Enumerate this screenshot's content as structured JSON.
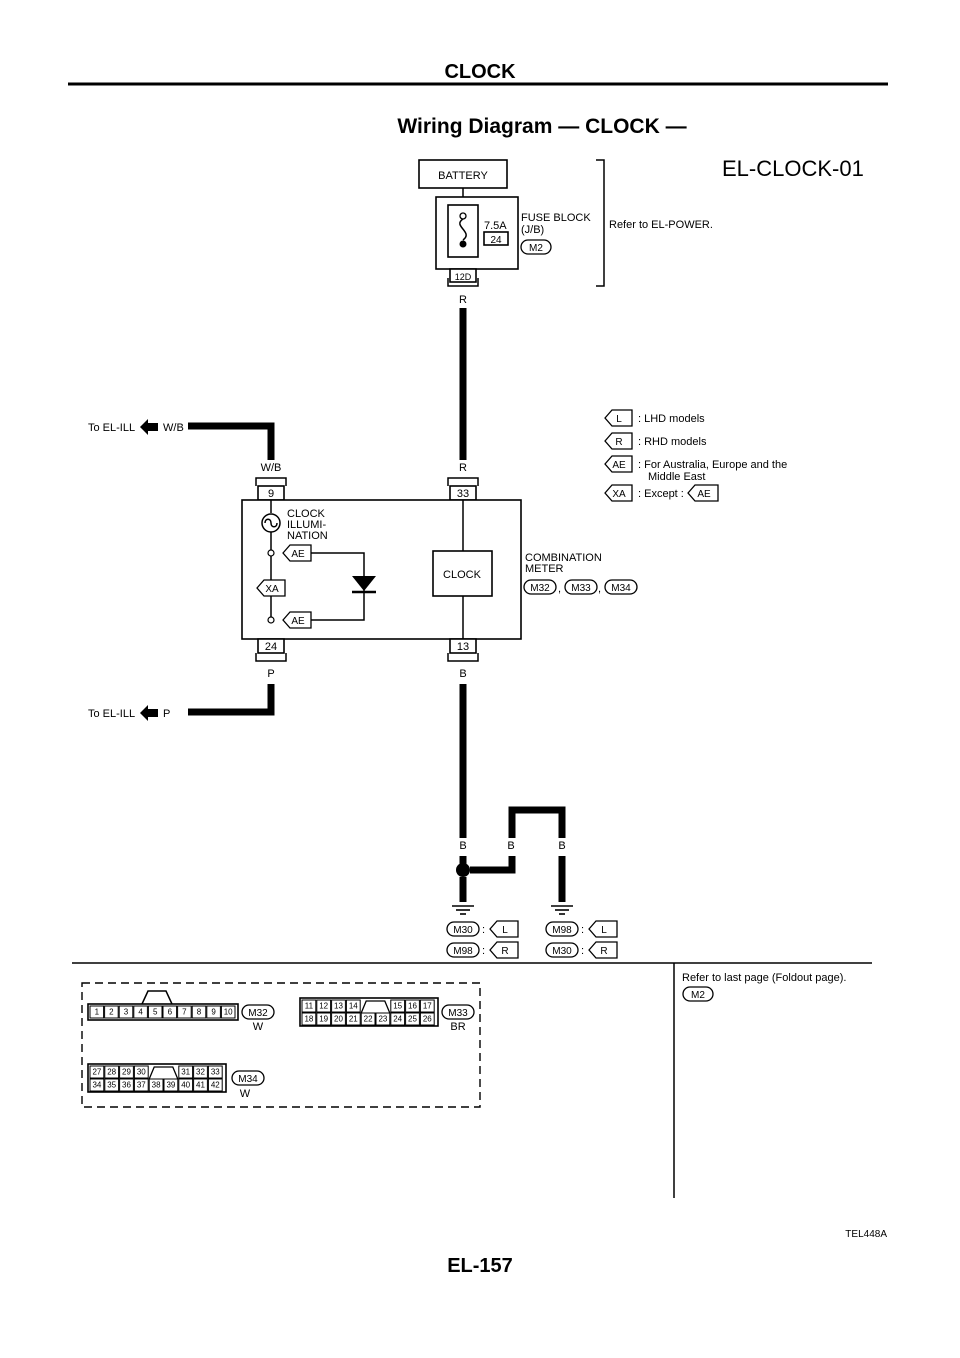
{
  "header": {
    "section": "CLOCK",
    "title": "Wiring Diagram — CLOCK —",
    "diagram_code": "EL-CLOCK-01"
  },
  "battery": {
    "label": "BATTERY"
  },
  "fuse": {
    "rating": "7.5A",
    "number": "24",
    "block_label_1": "FUSE BLOCK",
    "block_label_2": "(J/B)",
    "connector": "M2",
    "terminal": "12D"
  },
  "refer_power": "Refer to EL-POWER.",
  "wires": {
    "r_top": "R",
    "r_mid": "R",
    "wb_left": "W/B",
    "wb_top": "W/B",
    "p_label": "P",
    "b_meter": "B",
    "b_left": "B",
    "b_mid": "B",
    "b_right": "B"
  },
  "to_el_ill": "To EL-ILL",
  "legend": {
    "items": [
      {
        "tag": "L",
        "text": ": LHD models"
      },
      {
        "tag": "R",
        "text": ": RHD models"
      },
      {
        "tag": "AE",
        "text": ": For Australia, Europe and the",
        "text2": "Middle East"
      },
      {
        "tag": "XA",
        "text": ": Except :",
        "tag2": "AE"
      }
    ]
  },
  "meter": {
    "terminal_9": "9",
    "terminal_33": "33",
    "terminal_24": "24",
    "terminal_13": "13",
    "illum_1": "CLOCK",
    "illum_2": "ILLUMI-",
    "illum_3": "NATION",
    "ae_tag": "AE",
    "xa_tag": "XA",
    "clock": "CLOCK",
    "name_1": "COMBINATION",
    "name_2": "METER",
    "connectors": [
      "M32",
      "M33",
      "M34"
    ],
    "sep": ","
  },
  "grounds": {
    "left": [
      {
        "conn": "M30",
        "colon": ":",
        "tag": "L"
      },
      {
        "conn": "M98",
        "colon": ":",
        "tag": "R"
      }
    ],
    "right": [
      {
        "conn": "M98",
        "colon": ":",
        "tag": "L"
      },
      {
        "conn": "M30",
        "colon": ":",
        "tag": "R"
      }
    ]
  },
  "refer_last": "Refer to last page (Foldout page).",
  "refer_last_conn": "M2",
  "connectors": {
    "m32": {
      "name": "M32",
      "color": "W",
      "pins": [
        "1",
        "2",
        "3",
        "4",
        "5",
        "6",
        "7",
        "8",
        "9",
        "10"
      ]
    },
    "m33": {
      "name": "M33",
      "color": "BR",
      "top": [
        "11",
        "12",
        "13",
        "14",
        "15",
        "16",
        "17"
      ],
      "bottom": [
        "18",
        "19",
        "20",
        "21",
        "22",
        "23",
        "24",
        "25",
        "26"
      ]
    },
    "m34": {
      "name": "M34",
      "color": "W",
      "top": [
        "27",
        "28",
        "29",
        "30",
        "31",
        "32",
        "33"
      ],
      "bottom": [
        "34",
        "35",
        "36",
        "37",
        "38",
        "39",
        "40",
        "41",
        "42"
      ]
    }
  },
  "figure_code": "TEL448A",
  "footer": {
    "page": "EL-157"
  }
}
